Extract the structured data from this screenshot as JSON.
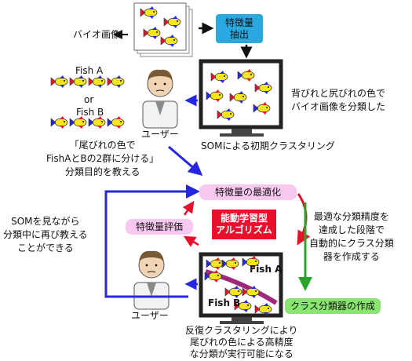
{
  "labels": {
    "bio_image": "バイオ画像",
    "feature_extract": [
      "特徴量",
      "抽出"
    ],
    "fish_a": "Fish A",
    "or": "or",
    "fish_b": "Fish B",
    "user_top": "ユーザー",
    "user_bottom": "ユーザー",
    "classified_text": [
      "背びれと尻びれの色で",
      "バイオ画像を分類した"
    ],
    "som_initial": "SOMによる初期クラスタリング",
    "teach_purpose": [
      "「尾びれの色で",
      "FishAとBの2群に分ける」",
      "分類目的を教える"
    ],
    "feature_optimize": "特徴量の最適化",
    "active_learning": [
      "能動学習型",
      "アルゴリズム"
    ],
    "feature_eval": "特徴量評価",
    "teach_again": [
      "SOMを見ながら",
      "分類中に再び教える",
      "ことができる"
    ],
    "optimal_accuracy": [
      "最適な分類精度を",
      "達成した段階で",
      "自動的にクラス分類",
      "器を作成する"
    ],
    "classifier_create": "クラス分類器の作成",
    "monitor_fish_a": "Fish A",
    "monitor_fish_b": "Fish B",
    "repeat_clustering": [
      "反復クラスタリングにより",
      "尾びれの色による高精度",
      "な分類が実行可能になる"
    ]
  },
  "colors": {
    "blue_box": "#29a9e0",
    "pink_box": "#f9c8f0",
    "red_box": "#e8102b",
    "green_box": "#88e66f",
    "blue_arrow": "#2626e0",
    "red_arrow": "#e8102b",
    "green_arrow": "#2aa32a",
    "band": "#a0287a",
    "fish_yellow": "#f4e61c"
  }
}
